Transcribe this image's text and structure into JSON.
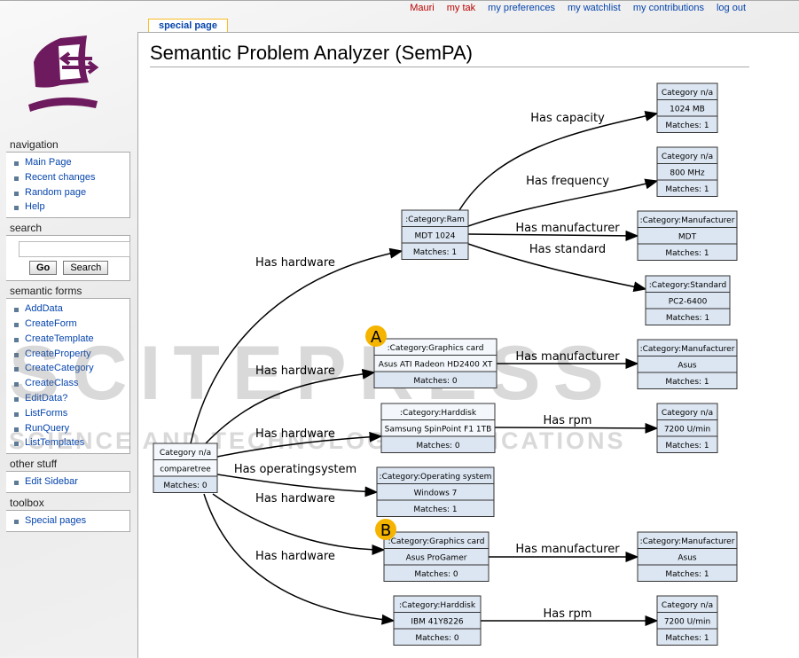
{
  "personal": {
    "user": "Mauri",
    "talk": "my tak",
    "prefs": "my preferences",
    "watchlist": "my watchlist",
    "contribs": "my contributions",
    "logout": "log out"
  },
  "tab": "special page",
  "title": "Semantic Problem Analyzer (SemPA)",
  "sidebar": {
    "navigation": {
      "title": "navigation",
      "items": [
        "Main Page",
        "Recent changes",
        "Random page",
        "Help"
      ]
    },
    "search": {
      "title": "search",
      "value": "",
      "go": "Go",
      "search": "Search"
    },
    "semantic_forms": {
      "title": "semantic forms",
      "items": [
        "AddData",
        "CreateForm",
        "CreateTemplate",
        "CreateProperty",
        "CreateCategory",
        "CreateClass",
        "EditData?",
        "ListForms",
        "RunQuery",
        "ListTemplates"
      ]
    },
    "other": {
      "title": "other stuff",
      "items": [
        "Edit Sidebar"
      ]
    },
    "toolbox": {
      "title": "toolbox",
      "items": [
        "Special pages"
      ]
    }
  },
  "watermark": {
    "line1": "SCITEPRESS",
    "line2": "SCIENCE AND TECHNOLOGY PUBLICATIONS"
  },
  "graph": {
    "nodes": [
      {
        "id": "root",
        "rows": [
          "Category n/a",
          "comparetree",
          "Matches: 0"
        ]
      },
      {
        "id": "ram",
        "rows": [
          ":Category:Ram",
          "MDT 1024",
          "Matches: 1"
        ]
      },
      {
        "id": "cap",
        "rows": [
          "Category n/a",
          "1024 MB",
          "Matches: 1"
        ]
      },
      {
        "id": "freq",
        "rows": [
          "Category n/a",
          "800 MHz",
          "Matches: 1"
        ]
      },
      {
        "id": "mdt",
        "rows": [
          ":Category:Manufacturer",
          "MDT",
          "Matches: 1"
        ]
      },
      {
        "id": "std",
        "rows": [
          ":Category:Standard",
          "PC2-6400",
          "Matches: 1"
        ]
      },
      {
        "id": "gca",
        "rows": [
          ":Category:Graphics card",
          "Asus ATI Radeon HD2400 XT",
          "Matches: 0"
        ],
        "marker": "A"
      },
      {
        "id": "asus1",
        "rows": [
          ":Category:Manufacturer",
          "Asus",
          "Matches: 1"
        ]
      },
      {
        "id": "hd1",
        "rows": [
          ":Category:Harddisk",
          "Samsung SpinPoint F1 1TB",
          "Matches: 0"
        ]
      },
      {
        "id": "rpm1",
        "rows": [
          "Category n/a",
          "7200 U/min",
          "Matches: 1"
        ]
      },
      {
        "id": "os",
        "rows": [
          ":Category:Operating system",
          "Windows 7",
          "Matches: 1"
        ]
      },
      {
        "id": "gcb",
        "rows": [
          ":Category:Graphics card",
          "Asus ProGamer",
          "Matches: 0"
        ],
        "marker": "B"
      },
      {
        "id": "asus2",
        "rows": [
          ":Category:Manufacturer",
          "Asus",
          "Matches: 1"
        ]
      },
      {
        "id": "hd2",
        "rows": [
          ":Category:Harddisk",
          "IBM 41Y8226",
          "Matches: 0"
        ]
      },
      {
        "id": "rpm2",
        "rows": [
          "Category n/a",
          "7200 U/min",
          "Matches: 1"
        ]
      }
    ],
    "edges": [
      {
        "from": "root",
        "to": "ram",
        "label": "Has hardware"
      },
      {
        "from": "ram",
        "to": "cap",
        "label": "Has capacity"
      },
      {
        "from": "ram",
        "to": "freq",
        "label": "Has frequency"
      },
      {
        "from": "ram",
        "to": "mdt",
        "label": "Has manufacturer"
      },
      {
        "from": "ram",
        "to": "std",
        "label": "Has standard"
      },
      {
        "from": "root",
        "to": "gca",
        "label": "Has hardware"
      },
      {
        "from": "gca",
        "to": "asus1",
        "label": "Has manufacturer"
      },
      {
        "from": "root",
        "to": "hd1",
        "label": "Has hardware"
      },
      {
        "from": "hd1",
        "to": "rpm1",
        "label": "Has rpm"
      },
      {
        "from": "root",
        "to": "os",
        "label": "Has operatingsystem"
      },
      {
        "from": "root",
        "to": "gcb",
        "label": "Has hardware"
      },
      {
        "from": "gcb",
        "to": "asus2",
        "label": "Has manufacturer"
      },
      {
        "from": "root",
        "to": "hd2",
        "label": "Has hardware"
      },
      {
        "from": "hd2",
        "to": "rpm2",
        "label": "Has rpm"
      }
    ],
    "colors": {
      "node": "#dce6f2",
      "node_light": "#f4f8fc",
      "marker": "#f5b400"
    }
  }
}
